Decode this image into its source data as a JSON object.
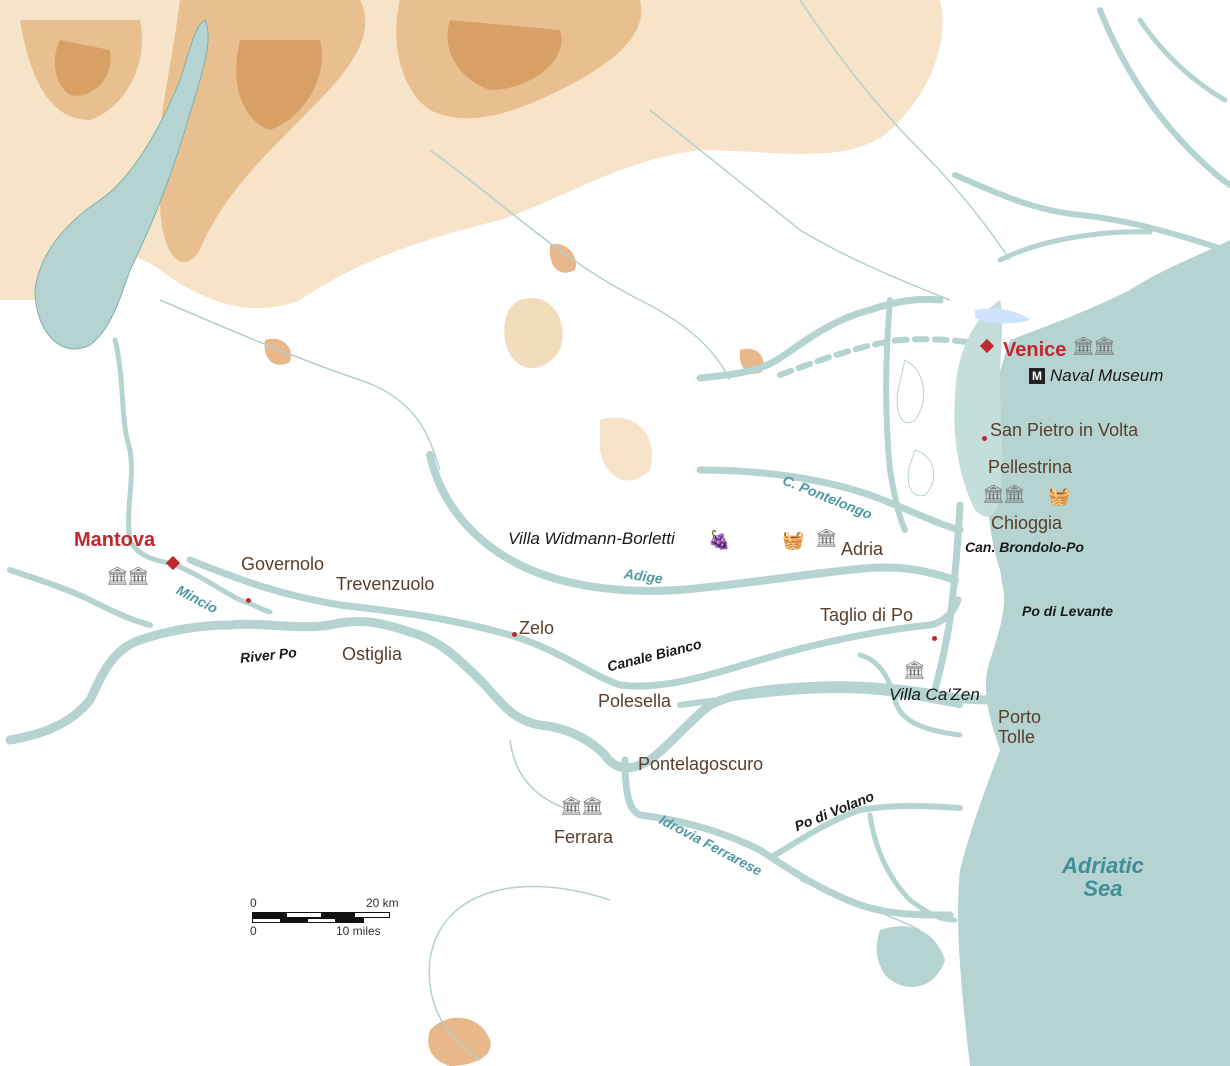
{
  "cities_major": {
    "mantova": "Mantova",
    "venice": "Venice"
  },
  "towns": {
    "governolo": "Governolo",
    "trevenzuolo": "Trevenzuolo",
    "ostiglia": "Ostiglia",
    "zelo": "Zelo",
    "adria": "Adria",
    "taglio_di_po": "Taglio di Po",
    "polesella": "Polesella",
    "pontelagoscuro": "Pontelagoscuro",
    "ferrara": "Ferrara",
    "porto_tolle": "Porto Tolle",
    "chioggia": "Chioggia",
    "pellestrina": "Pellestrina",
    "san_pietro_in_volta": "San Pietro in Volta"
  },
  "points_of_interest": {
    "naval_museum": "Naval Museum",
    "museum_badge": "M",
    "villa_widmann": "Villa Widmann-Borletti",
    "villa_ca_zen": "Villa Ca'Zen"
  },
  "waterways": {
    "river_po": "River Po",
    "mincio": "Mincio",
    "adige": "Adige",
    "canale_bianco": "Canale Bianco",
    "po_di_volano": "Po di Volano",
    "idrovia_ferrarese": "Idrovia Ferrarese",
    "c_pontelongo": "C. Pontelongo",
    "can_brondolo_po": "Can. Brondolo-Po",
    "po_di_levante": "Po di Levante"
  },
  "sea": {
    "line1": "Adriatic",
    "line2": "Sea"
  },
  "scale": {
    "km_zero": "0",
    "km_max": "20 km",
    "mi_zero": "0",
    "mi_max": "10 miles"
  },
  "colors": {
    "water": "#b5d3d1",
    "water_edge": "#7fb0ae",
    "relief_light": "#f6e3c8",
    "relief_mid": "#e8c08f",
    "relief_dark": "#d9a066",
    "accent_red": "#c0282d",
    "label_brown": "#5a3e2b"
  },
  "icons": {
    "capital_marker": "red-diamond-icon",
    "town_marker": "dot-icon",
    "heritage": "building-icon",
    "wine": "grapes-icon",
    "food": "food-basket-icon"
  }
}
